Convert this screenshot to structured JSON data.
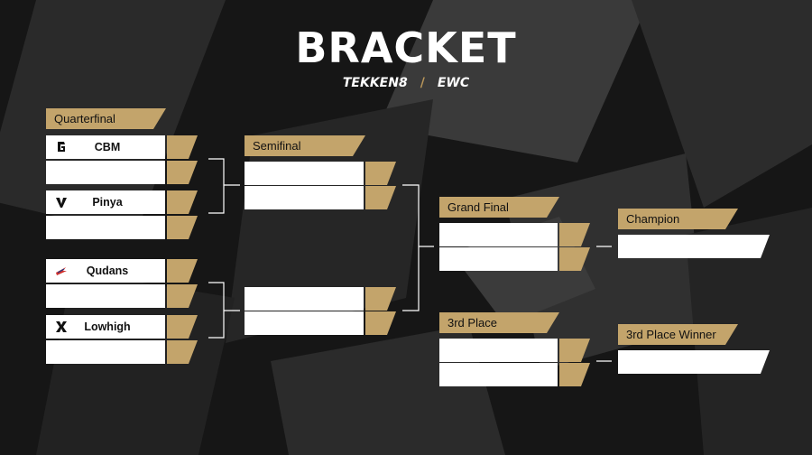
{
  "header": {
    "title": "BRACKET",
    "brand_left": "TEKKEN8",
    "brand_sep": "/",
    "brand_right": "EWC"
  },
  "rounds": {
    "quarterfinal": "Quarterfinal",
    "semifinal": "Semifinal",
    "grand_final": "Grand Final",
    "champion": "Champion",
    "third_place": "3rd Place",
    "third_place_winner": "3rd Place Winner"
  },
  "quarterfinal_teams": [
    "CBM",
    "",
    "Pinya",
    "",
    "Qudans",
    "",
    "Lowhigh",
    ""
  ],
  "icons": [
    "cbm-logo-icon",
    "pinya-logo-icon",
    "qudans-logo-icon",
    "lowhigh-logo-icon"
  ],
  "colors": {
    "accent_gold": "#c3a46b",
    "slot": "#ffffff",
    "background": "#151515"
  }
}
